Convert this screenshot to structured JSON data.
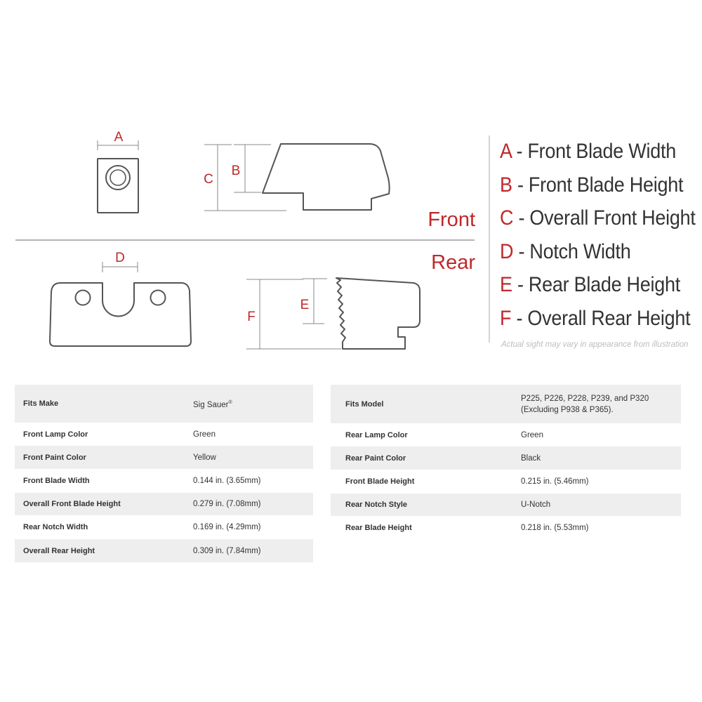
{
  "diagram": {
    "dimension_letters": [
      "A",
      "B",
      "C",
      "D",
      "E",
      "F"
    ],
    "section_front": "Front",
    "section_rear": "Rear"
  },
  "legend": [
    {
      "letter": "A",
      "text": " - Front Blade Width"
    },
    {
      "letter": "B",
      "text": " - Front Blade Height"
    },
    {
      "letter": "C",
      "text": " - Overall Front Height"
    },
    {
      "letter": "D",
      "text": " - Notch Width"
    },
    {
      "letter": "E",
      "text": " - Rear Blade Height"
    },
    {
      "letter": "F",
      "text": " - Overall Rear Height"
    }
  ],
  "note": "Actual sight may vary in appearance from illustration",
  "colors": {
    "accent": "#c0282b",
    "line": "#555555",
    "dim_line": "#888888",
    "row_shade": "#eeeeee"
  },
  "specs_left": [
    {
      "label": "Fits Make",
      "value": "Sig Sauer",
      "sup": "®"
    },
    {
      "label": "Front Lamp Color",
      "value": "Green"
    },
    {
      "label": "Front Paint Color",
      "value": "Yellow"
    },
    {
      "label": "Front Blade Width",
      "value": "0.144 in. (3.65mm)"
    },
    {
      "label": "Overall Front Blade Height",
      "value": "0.279 in. (7.08mm)"
    },
    {
      "label": "Rear Notch Width",
      "value": "0.169 in. (4.29mm)"
    },
    {
      "label": "Overall Rear Height",
      "value": "0.309 in. (7.84mm)"
    }
  ],
  "specs_right": [
    {
      "label": "Fits Model",
      "value": "P225, P226, P228, P239, and P320",
      "value2": "(Excluding P938 & P365)."
    },
    {
      "label": "Rear Lamp Color",
      "value": "Green"
    },
    {
      "label": "Rear Paint Color",
      "value": "Black"
    },
    {
      "label": "Front Blade Height",
      "value": "0.215 in. (5.46mm)"
    },
    {
      "label": "Rear Notch Style",
      "value": "U-Notch"
    },
    {
      "label": "Rear Blade Height",
      "value": "0.218 in. (5.53mm)"
    }
  ]
}
